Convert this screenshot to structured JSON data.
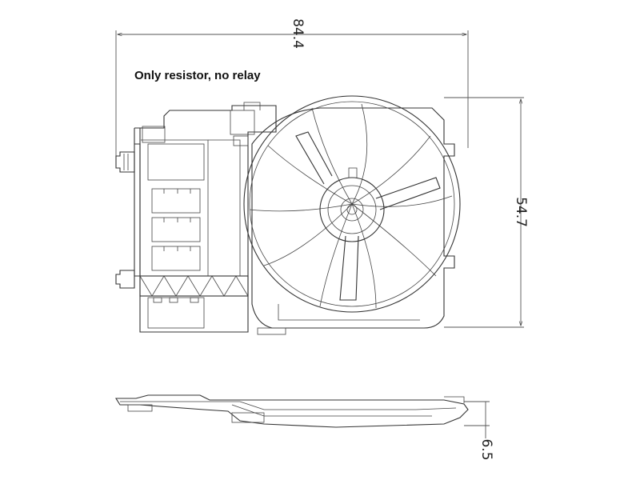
{
  "note": "Only resistor, no relay",
  "dimensions": {
    "width": "84.4",
    "height": "54.7",
    "depth": "6.5"
  }
}
